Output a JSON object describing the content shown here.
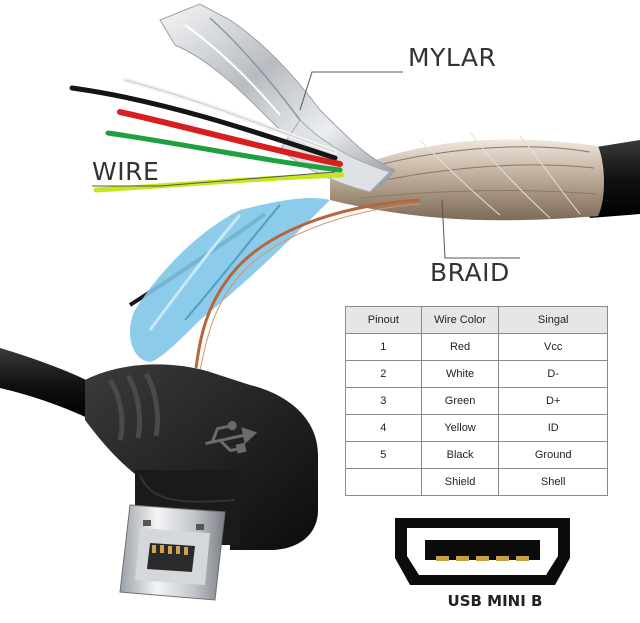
{
  "labels": {
    "mylar": "MYLAR",
    "wire": "WIRE",
    "braid": "BRAID",
    "connector_caption": "USB MINI B"
  },
  "table": {
    "headers": [
      "Pinout",
      "Wire Color",
      "Singal"
    ],
    "rows": [
      [
        "1",
        "Red",
        "Vcc"
      ],
      [
        "2",
        "White",
        "D-"
      ],
      [
        "3",
        "Green",
        "D+"
      ],
      [
        "4",
        "Yellow",
        "ID"
      ],
      [
        "5",
        "Black",
        "Ground"
      ],
      [
        "",
        "Shield",
        "Shell"
      ]
    ]
  },
  "colors": {
    "wire_red": "#d81e1e",
    "wire_white": "#f2f2f2",
    "wire_green": "#1fa040",
    "wire_yellow": "#c8e61e",
    "wire_black": "#151515",
    "mylar_foil": "#c9cdd2",
    "braid": "#b9a894",
    "drain_copper": "#b8653a",
    "blue_film": "#7fc6e8",
    "cable_jacket": "#1a1a1a",
    "table_header": "#e6e6e6"
  },
  "icons": [
    "usb-trident-icon",
    "usb-mini-b-port-icon"
  ]
}
